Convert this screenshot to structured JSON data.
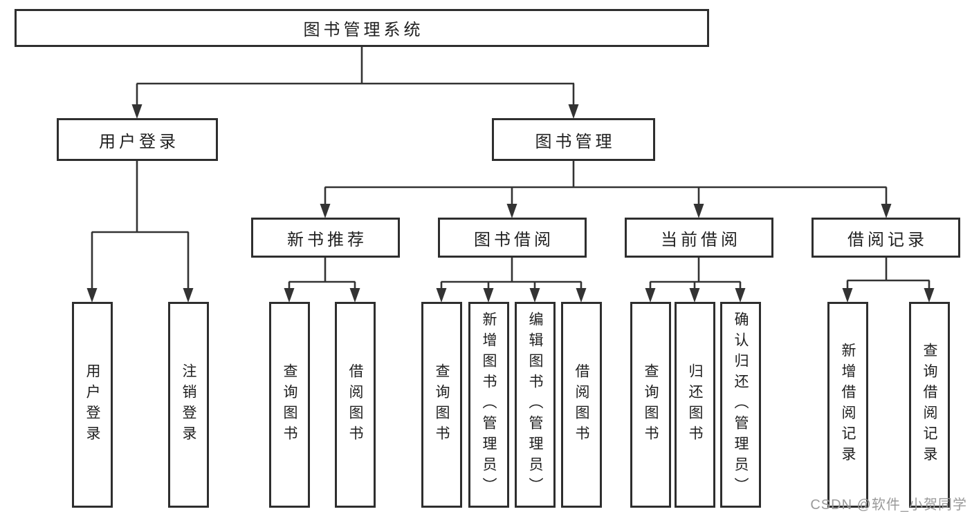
{
  "diagram": {
    "root": "图书管理系统",
    "level2": [
      "用户登录",
      "图书管理"
    ],
    "level3": [
      "新书推荐",
      "图书借阅",
      "当前借阅",
      "借阅记录"
    ],
    "leaves": {
      "user_login": [
        "用户登录",
        "注销登录"
      ],
      "new_book_recommend": [
        "查询图书",
        "借阅图书"
      ],
      "book_borrow": [
        "查询图书",
        "新增图书（管理员）",
        "编辑图书（管理员）",
        "借阅图书"
      ],
      "current_borrow": [
        "查询图书",
        "归还图书",
        "确认归还（管理员）"
      ],
      "borrow_records": [
        "新增借阅记录",
        "查询借阅记录"
      ]
    },
    "colors": {
      "line": "#333333",
      "box_border": "#2e2e2e",
      "box_fill": "#ffffff",
      "text": "#1f1f1f",
      "watermark": "#9a9a9a",
      "background": "#ffffff"
    }
  },
  "watermark": "CSDN @软件_小贺同学"
}
